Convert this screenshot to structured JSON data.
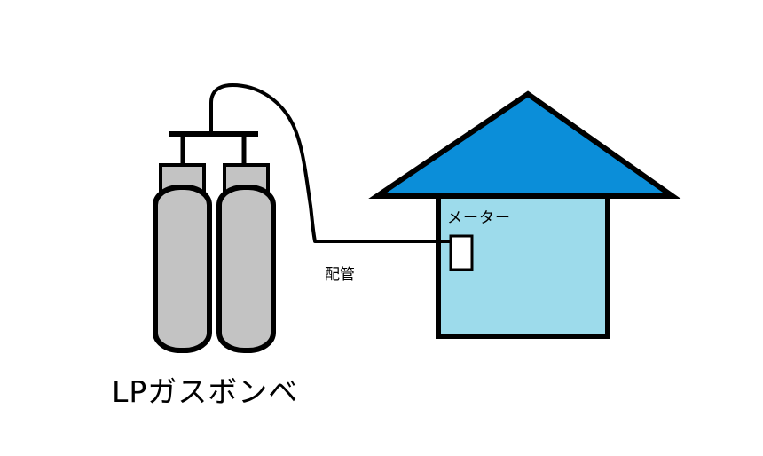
{
  "labels": {
    "meter": "メーター",
    "pipe": "配管",
    "gas_cylinders": "LPガスボンベ"
  },
  "colors": {
    "roof": "#0b8ed9",
    "wall": "#9ddbeb",
    "cylinder_body": "#c3c3c3",
    "cylinder_cap": "#c3c3c3",
    "meter_box": "#ffffff",
    "outline": "#000000"
  }
}
